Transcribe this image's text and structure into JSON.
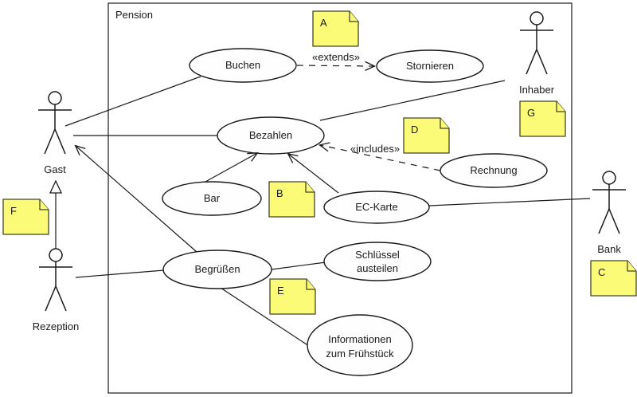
{
  "diagram": {
    "system_label": "Pension",
    "actors": {
      "gast": "Gast",
      "rezeption": "Rezeption",
      "inhaber": "Inhaber",
      "bank": "Bank"
    },
    "usecases": {
      "buchen": "Buchen",
      "stornieren": "Stornieren",
      "bezahlen": "Bezahlen",
      "bar": "Bar",
      "rechnung": "Rechnung",
      "ec_karte": "EC-Karte",
      "begruessen": "Begrüßen",
      "schluessel_line1": "Schlüssel",
      "schluessel_line2": "austeilen",
      "info_line1": "Informationen",
      "info_line2": "zum Frühstück"
    },
    "stereotypes": {
      "extends": "«extends»",
      "includes": "«includes»"
    },
    "notes": {
      "a": "A",
      "b": "B",
      "c": "C",
      "d": "D",
      "e": "E",
      "f": "F",
      "g": "G"
    },
    "colors": {
      "note_fill": "#FBFB77",
      "note_border": "#44442A",
      "line": "#1A1A1A",
      "shape_fill": "#FEFEFE",
      "background": "#FFFFFF"
    }
  }
}
